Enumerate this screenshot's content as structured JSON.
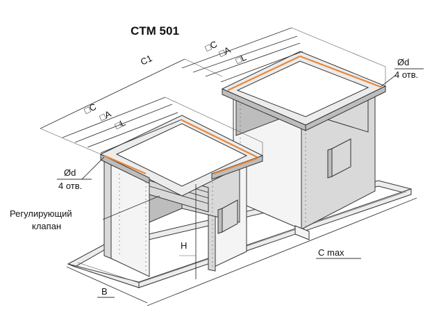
{
  "title": "CTM 501",
  "labels": {
    "c1": "C1",
    "sq_c_top": "□C",
    "sq_a_top": "□A",
    "sq_l_top": "□L",
    "sq_c_left": "□C",
    "sq_a_left": "□A",
    "sq_l_left": "□L",
    "od_right": "Ød",
    "holes_right": "4 отв.",
    "od_left": "Ød",
    "holes_left": "4 отв.",
    "valve_line1": "Регулирующий",
    "valve_line2": "клапан",
    "h": "H",
    "c_max": "C max",
    "b": "B"
  },
  "colors": {
    "line": "#333333",
    "flange_accent": "#e8873a",
    "panel_light": "#f4f4f4",
    "panel_mid": "#d9d9d9",
    "panel_dark": "#bdbdbd"
  }
}
